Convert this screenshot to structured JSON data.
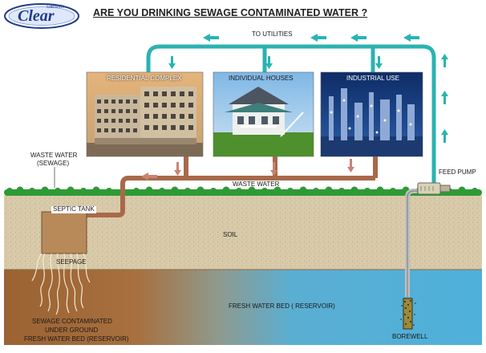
{
  "logo": {
    "small_text": "Genesis",
    "brand": "Clear"
  },
  "title": "ARE YOU DRINKING SEWAGE CONTAMINATED WATER ?",
  "labels": {
    "to_utilities": "TO UTILITIES",
    "residential": "RESIDENTIAL COMPLEX",
    "individual": "INDIVIDUAL HOUSES",
    "industrial": "INDUSTRIAL USE",
    "waste_water_sewage_1": "WASTE WATER",
    "waste_water_sewage_2": "(SEWAGE)",
    "waste_water": "WASTE WATER",
    "feed_pump": "FEED PUMP",
    "septic_tank": "SEPTIC TANK",
    "soil": "SOIL",
    "seepage": "SEEPAGE",
    "fresh_water_bed": "FRESH WATER BED ( RESERVOIR)",
    "sewage_1": "SEWAGE CONTAMINATED",
    "sewage_2": "UNDER GROUND",
    "sewage_3": "FRESH WATER BED (RESERVOIR)",
    "borewell": "BOREWELL"
  },
  "colors": {
    "pipe_blue": "#2bb3b1",
    "pipe_brown": "#a8694a",
    "arrow_blue": "#28b4b4",
    "arrow_red": "#c98373",
    "soil": "#d8c9a6",
    "grass": "#2e9a36",
    "reservoir_blue": "#5ab3d6",
    "contaminated": "#a26a3c"
  }
}
